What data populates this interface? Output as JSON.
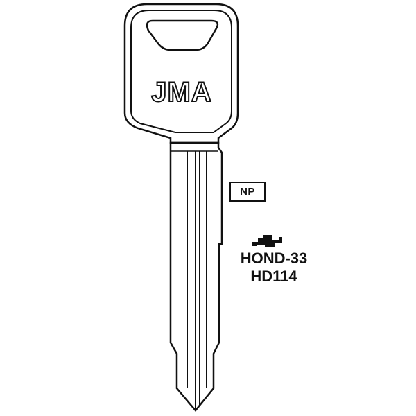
{
  "brand": {
    "logo_text": "JMA"
  },
  "key": {
    "badge": "NP",
    "profile_icon": "keyway-profile-icon",
    "codes": [
      "HOND-33",
      "HD114"
    ]
  },
  "colors": {
    "stroke": "#111111",
    "background": "#ffffff",
    "badge_fill": "#ffffff"
  }
}
